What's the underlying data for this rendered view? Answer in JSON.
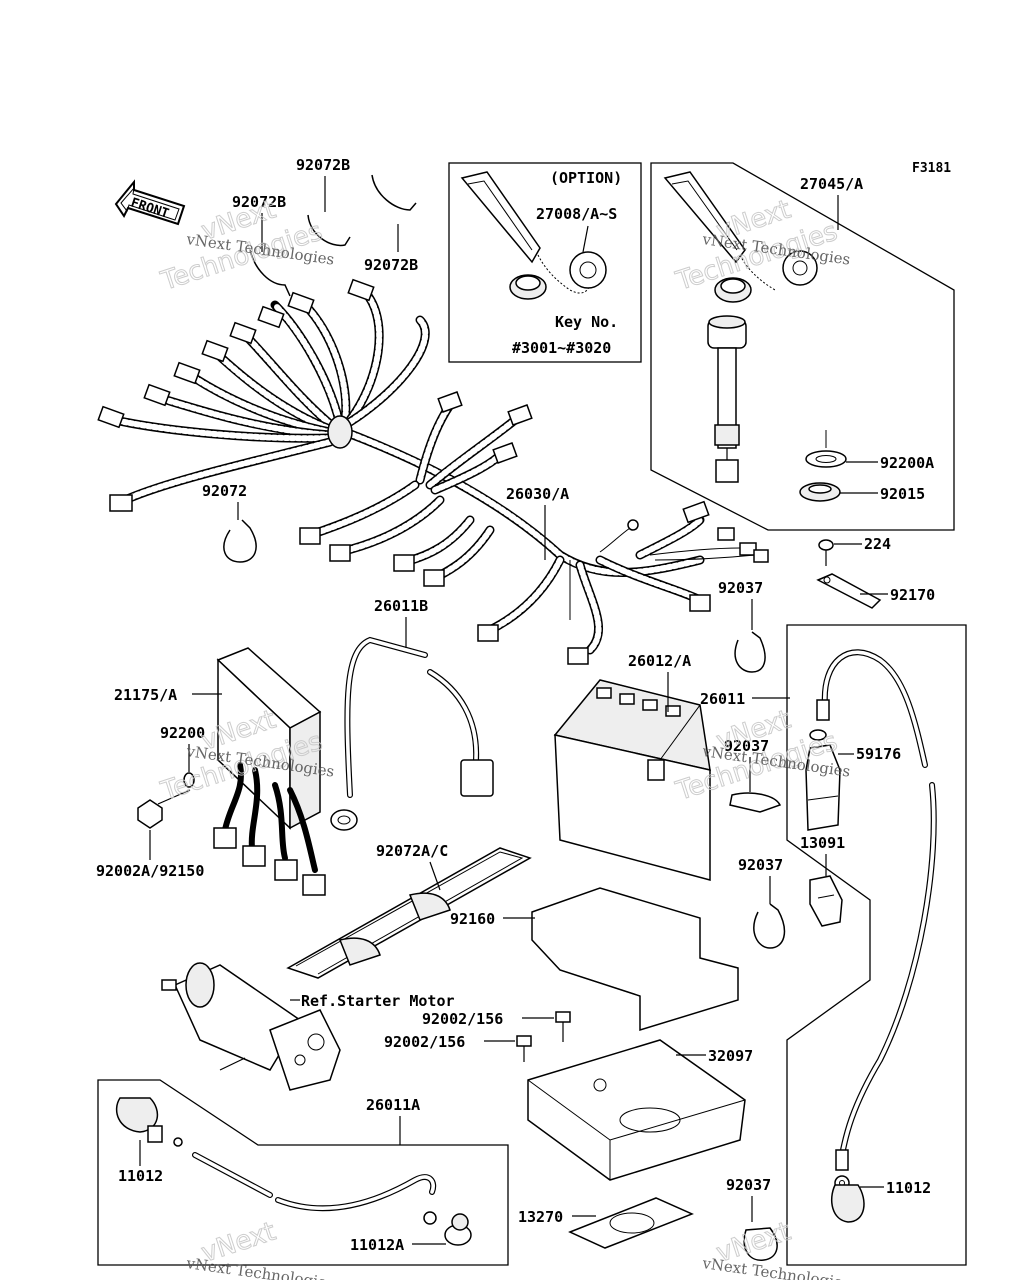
{
  "figure_code": "F3181",
  "front_marker": "FRONT",
  "option_box": {
    "title": "(OPTION)",
    "part": "27008/A~S",
    "key_no_label": "Key No.",
    "key_range": "#3001~#3020"
  },
  "labels": {
    "p92072B_a": "92072B",
    "p92072B_b": "92072B",
    "p92072B_c": "92072B",
    "p27045A": "27045/A",
    "p92072": "92072",
    "p26030A": "26030/A",
    "p92200A": "92200A",
    "p92015": "92015",
    "p224": "224",
    "p92170": "92170",
    "p92037_a": "92037",
    "p26011B": "26011B",
    "p21175A": "21175/A",
    "p92200": "92200",
    "p26012A": "26012/A",
    "p26011": "26011",
    "p92037_b": "92037",
    "p59176": "59176",
    "p13091": "13091",
    "p92002A_92150": "92002A/92150",
    "p92072AC": "92072A/C",
    "p92037_c": "92037",
    "p92160": "92160",
    "ref_starter": "Ref.Starter Motor",
    "p92002_156_a": "92002/156",
    "p92002_156_b": "92002/156",
    "p32097": "32097",
    "p26011A": "26011A",
    "p11012_a": "11012",
    "p11012_b": "11012",
    "p92037_d": "92037",
    "p13270": "13270",
    "p11012A": "11012A"
  },
  "watermark": {
    "brand": "vNext",
    "line1": "vNext Technologies",
    "line2": "Technologies"
  }
}
